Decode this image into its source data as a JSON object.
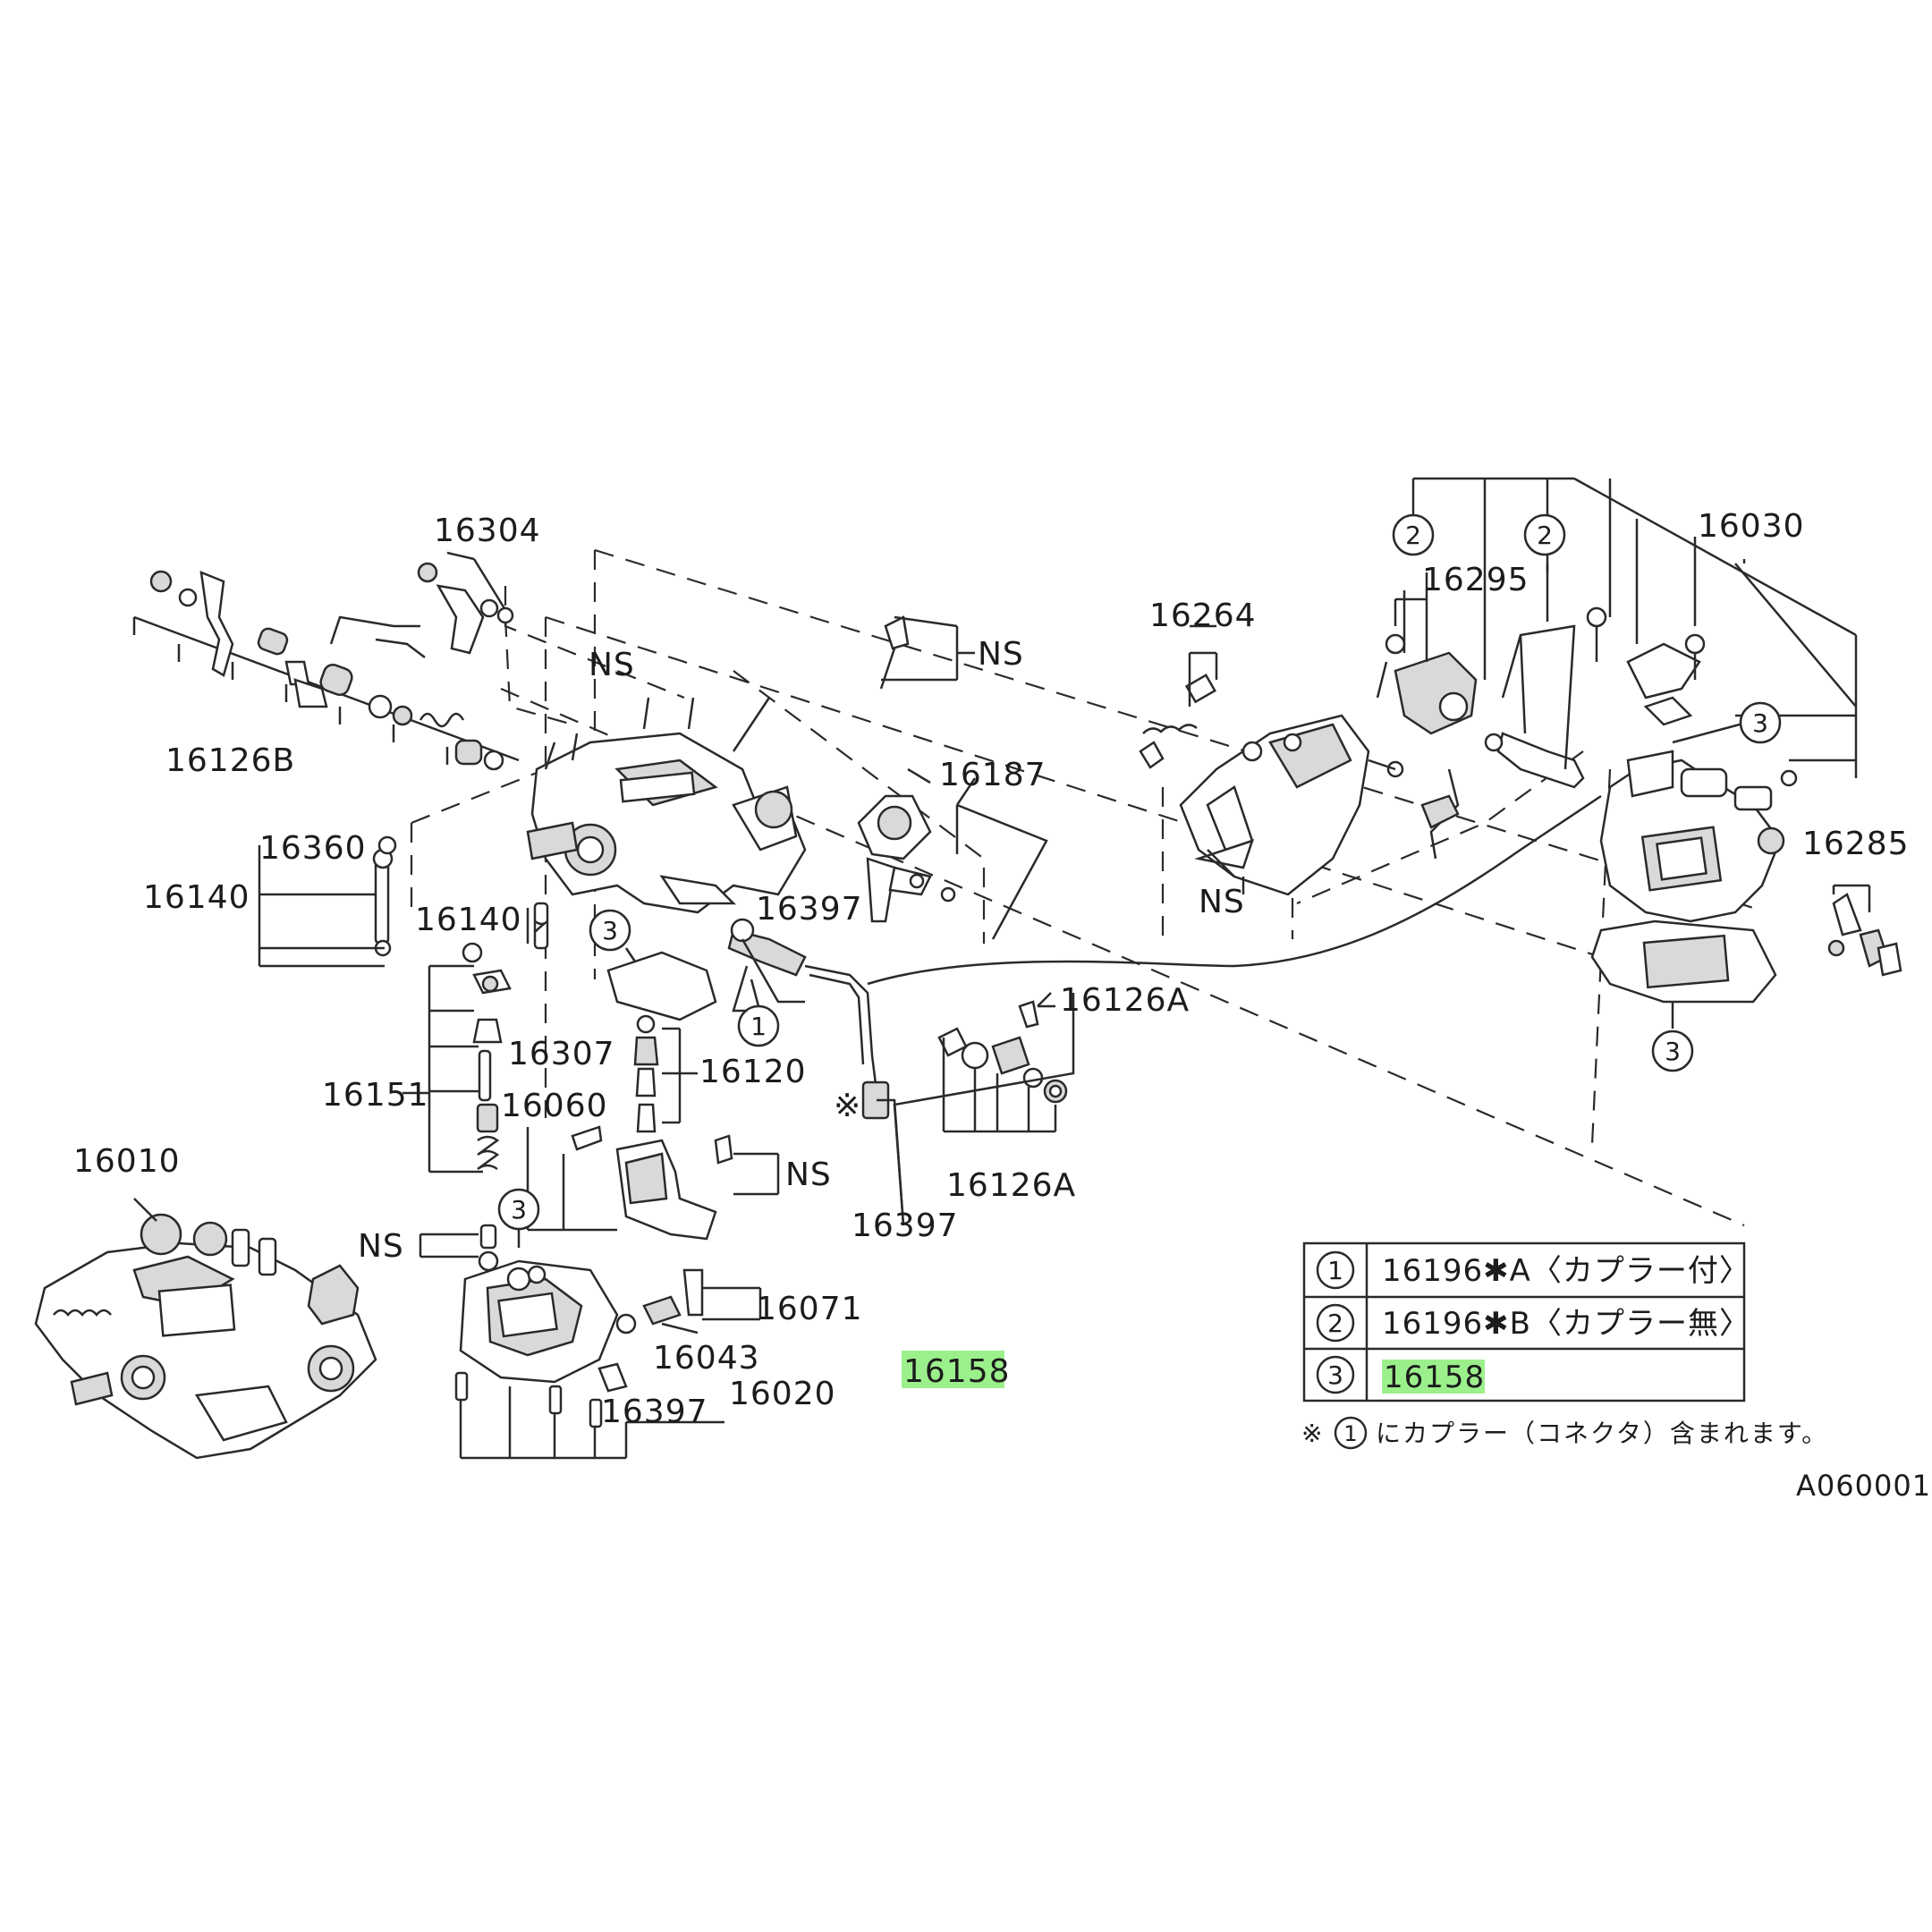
{
  "highlight_color": "#9cf08c",
  "labels": {
    "p16304": "16304",
    "p16126B": "16126B",
    "p16360": "16360",
    "p16140_a": "16140",
    "p16140_b": "16140",
    "p16151": "16151",
    "p16307": "16307",
    "p16120": "16120",
    "p16060": "16060",
    "p16010": "16010",
    "p16071": "16071",
    "p16043": "16043",
    "p16397_a": "16397",
    "p16397_b": "16397",
    "p16397_c": "16397",
    "p16020": "16020",
    "p16158": "16158",
    "p16187": "16187",
    "p16126A_a": "16126A",
    "p16126A_b": "16126A",
    "p16264": "16264",
    "p16295": "16295",
    "p16030": "16030",
    "p16285": "16285",
    "ns_1": "NS",
    "ns_2": "NS",
    "ns_3": "NS",
    "ns_4": "NS",
    "ns_5": "NS",
    "ref_1": "1",
    "ref_2a": "2",
    "ref_2b": "2",
    "ref_3a": "3",
    "ref_3b": "3",
    "ref_3c": "3",
    "ref_3d": "3",
    "asterisk": "※"
  },
  "legend": {
    "rows": [
      {
        "ref": "1",
        "text": "16196✱A〈カプラー付〉"
      },
      {
        "ref": "2",
        "text": "16196✱B〈カプラー無〉"
      },
      {
        "ref": "3",
        "text": "16158"
      }
    ],
    "note_prefix": "※",
    "note_ref": "1",
    "note_text": "にカプラー（コネクタ）含まれます。"
  },
  "diagram_code": "A060001"
}
